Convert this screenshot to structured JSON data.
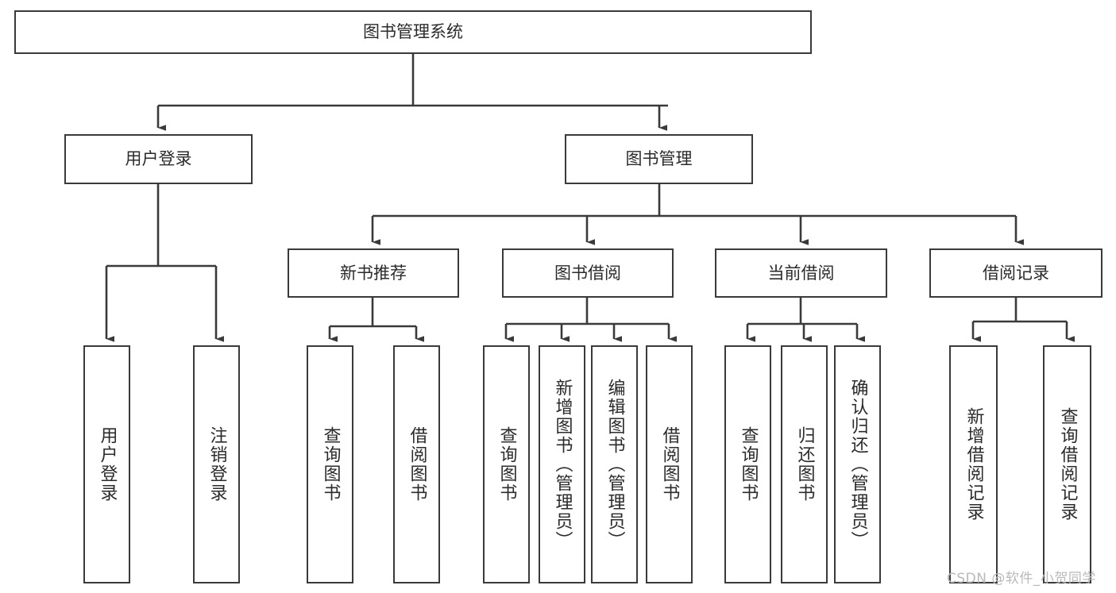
{
  "diagram": {
    "title": "图书管理系统",
    "watermark": "CSDN @软件_小贺同学",
    "stroke_color": "#3a3a3a",
    "text_color": "#2b2b2b",
    "background_color": "#ffffff",
    "nodes": {
      "root": {
        "label": "图书管理系统"
      },
      "level2": [
        {
          "id": "user-login",
          "label": "用户登录"
        },
        {
          "id": "book-management",
          "label": "图书管理"
        }
      ],
      "level3": [
        {
          "id": "new-book-recommend",
          "label": "新书推荐"
        },
        {
          "id": "book-borrow",
          "label": "图书借阅"
        },
        {
          "id": "current-borrow",
          "label": "当前借阅"
        },
        {
          "id": "borrow-record",
          "label": "借阅记录"
        }
      ],
      "leaves": {
        "user-login": [
          {
            "id": "leaf-user-login",
            "label": "用户登录"
          },
          {
            "id": "leaf-logout-login",
            "label": "注销登录"
          }
        ],
        "new-book-recommend": [
          {
            "id": "leaf-query-book-1",
            "label": "查询图书"
          },
          {
            "id": "leaf-borrow-book-1",
            "label": "借阅图书"
          }
        ],
        "book-borrow": [
          {
            "id": "leaf-query-book-2",
            "label": "查询图书"
          },
          {
            "id": "leaf-add-book",
            "label": "新增图书（管理员）"
          },
          {
            "id": "leaf-edit-book",
            "label": "编辑图书（管理员）"
          },
          {
            "id": "leaf-borrow-book-2",
            "label": "借阅图书"
          }
        ],
        "current-borrow": [
          {
            "id": "leaf-query-book-3",
            "label": "查询图书"
          },
          {
            "id": "leaf-return-book",
            "label": "归还图书"
          },
          {
            "id": "leaf-confirm-return",
            "label": "确认归还（管理员）"
          }
        ],
        "borrow-record": [
          {
            "id": "leaf-add-record",
            "label": "新增借阅记录"
          },
          {
            "id": "leaf-query-record",
            "label": "查询借阅记录"
          }
        ]
      }
    }
  }
}
